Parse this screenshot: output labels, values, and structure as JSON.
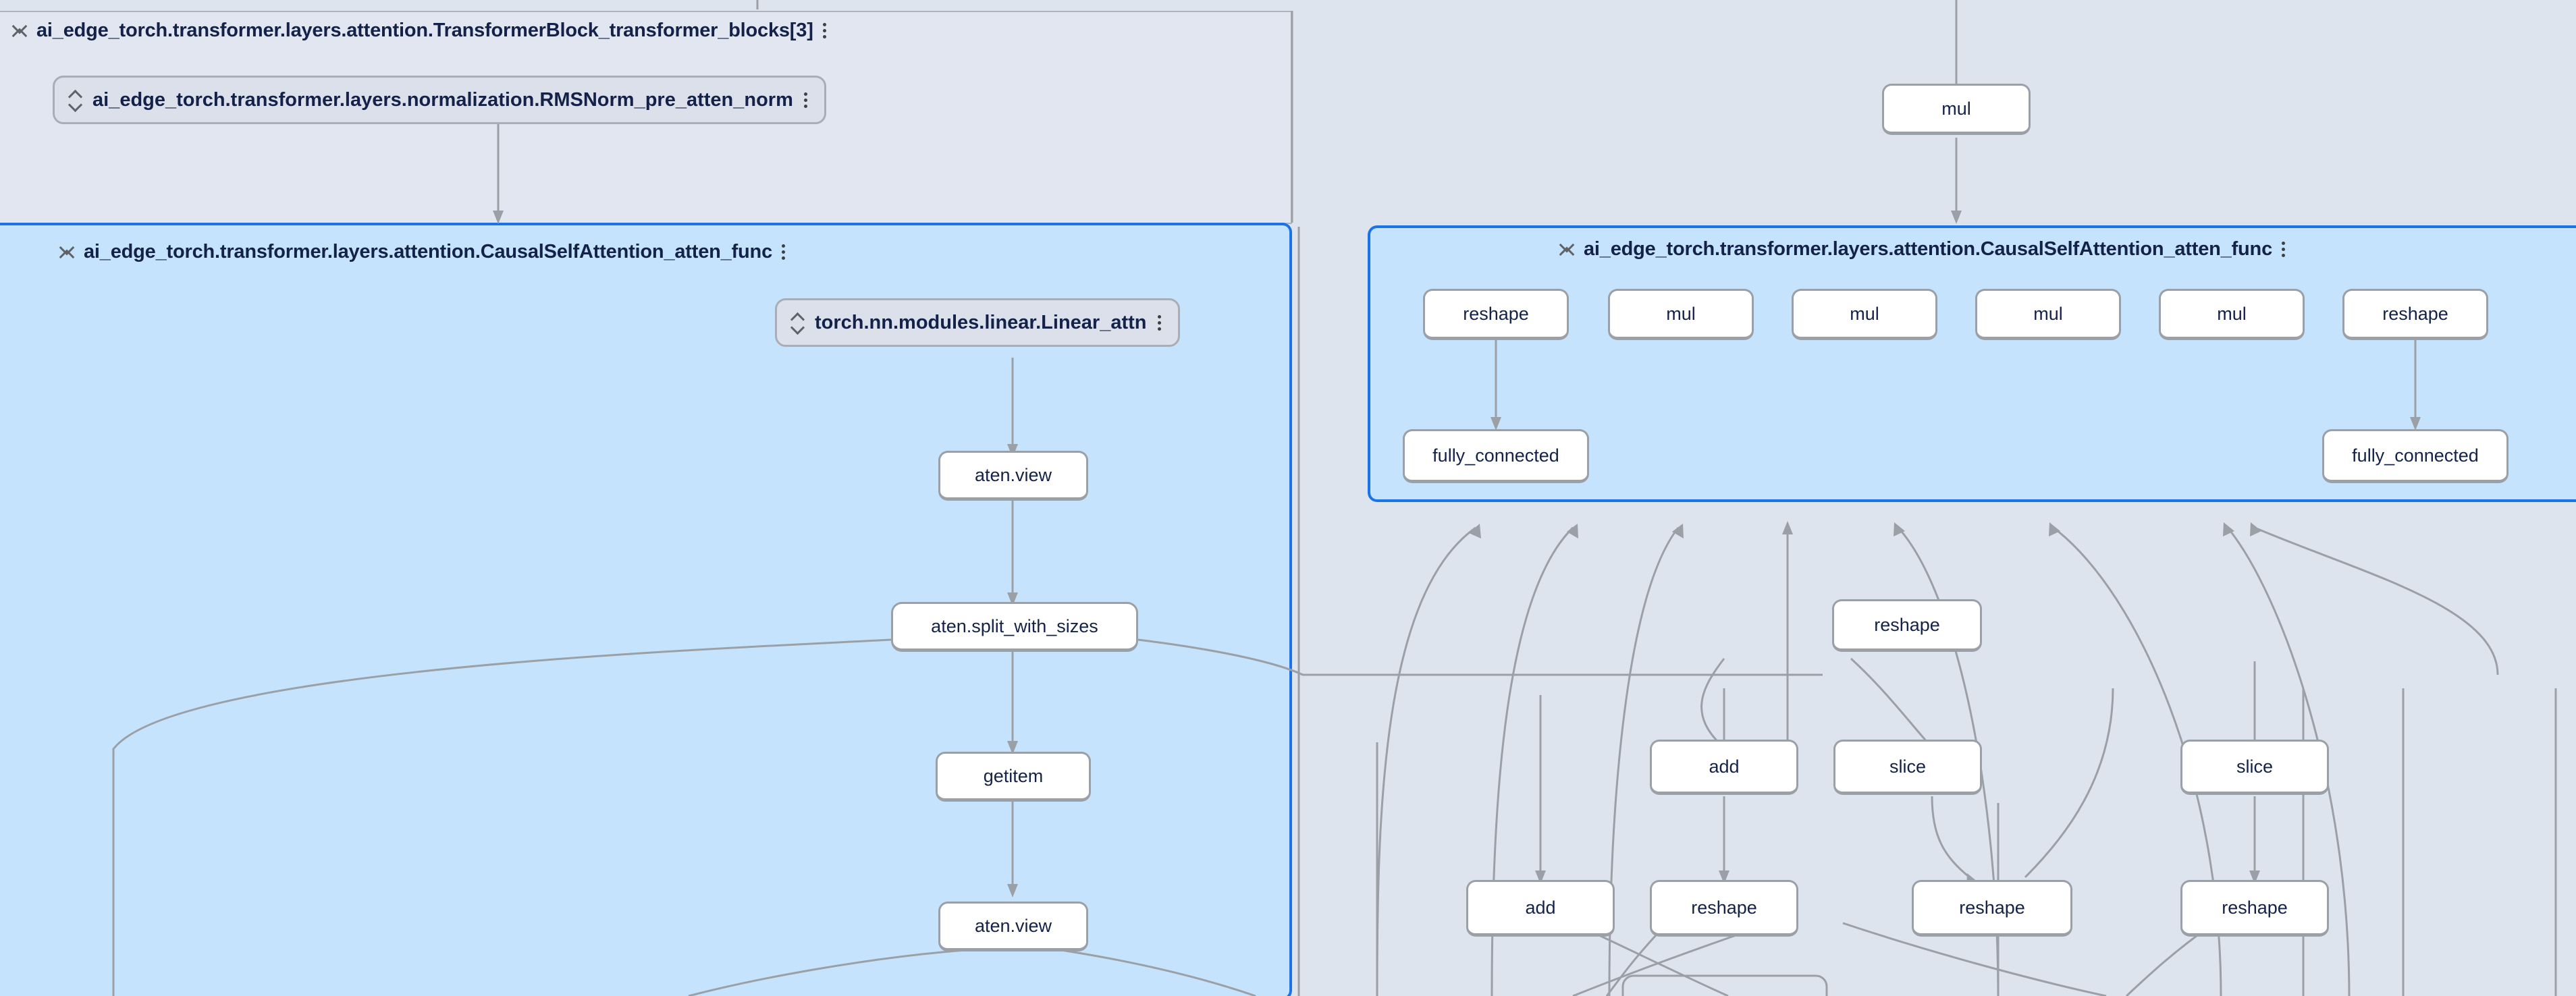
{
  "app": {
    "name": "model-graph-explorer",
    "canvas_background": "#dee4ee"
  },
  "colors": {
    "canvas_bg": "#dee4ee",
    "group_bg": "#e1e6f0",
    "group_border": "#b0b5bd",
    "selected_group_bg": "#c5e3fc",
    "selected_group_border": "#1a73e8",
    "node_bg": "#ffffff",
    "node_border": "#9aa0a6",
    "edge": "#9aa0a6",
    "text": "#14224a",
    "layer_pill_bg": "#dbe0ea"
  },
  "groups": [
    {
      "id": "transformer-block-3",
      "label": "ai_edge_torch.transformer.layers.attention.TransformerBlock_transformer_blocks[3]",
      "selected": false,
      "collapse_icon": "collapse-icon",
      "menu_icon": "kebab-menu-icon"
    },
    {
      "id": "causal-self-attention-left",
      "label": "ai_edge_torch.transformer.layers.attention.CausalSelfAttention_atten_func",
      "selected": true,
      "collapse_icon": "collapse-icon",
      "menu_icon": "kebab-menu-icon"
    },
    {
      "id": "causal-self-attention-right",
      "label": "ai_edge_torch.transformer.layers.attention.CausalSelfAttention_atten_func",
      "selected": true,
      "collapse_icon": "collapse-icon",
      "menu_icon": "kebab-menu-icon"
    }
  ],
  "layer_nodes": [
    {
      "id": "rmsnorm-pre-atten-norm",
      "label": "ai_edge_torch.transformer.layers.normalization.RMSNorm_pre_atten_norm",
      "expand_icon": "expand-icon",
      "menu_icon": "kebab-menu-icon"
    },
    {
      "id": "linear-attn",
      "label": "torch.nn.modules.linear.Linear_attn",
      "expand_icon": "expand-icon",
      "menu_icon": "kebab-menu-icon"
    }
  ],
  "nodes": [
    {
      "id": "n-aten-view-1",
      "label": "aten.view"
    },
    {
      "id": "n-aten-split",
      "label": "aten.split_with_sizes"
    },
    {
      "id": "n-getitem",
      "label": "getitem"
    },
    {
      "id": "n-aten-view-2",
      "label": "aten.view"
    },
    {
      "id": "n-mul-top",
      "label": "mul"
    },
    {
      "id": "n-reshape-r1",
      "label": "reshape"
    },
    {
      "id": "n-mul-r1",
      "label": "mul"
    },
    {
      "id": "n-mul-r2",
      "label": "mul"
    },
    {
      "id": "n-mul-r3",
      "label": "mul"
    },
    {
      "id": "n-mul-r4",
      "label": "mul"
    },
    {
      "id": "n-reshape-r2",
      "label": "reshape"
    },
    {
      "id": "n-fully-connected-l",
      "label": "fully_connected"
    },
    {
      "id": "n-fully-connected-r",
      "label": "fully_connected"
    },
    {
      "id": "n-reshape-mid",
      "label": "reshape"
    },
    {
      "id": "n-add-1",
      "label": "add"
    },
    {
      "id": "n-slice-1",
      "label": "slice"
    },
    {
      "id": "n-slice-2",
      "label": "slice"
    },
    {
      "id": "n-add-2",
      "label": "add"
    },
    {
      "id": "n-reshape-b1",
      "label": "reshape"
    },
    {
      "id": "n-reshape-b2",
      "label": "reshape"
    },
    {
      "id": "n-reshape-b3",
      "label": "reshape"
    }
  ]
}
